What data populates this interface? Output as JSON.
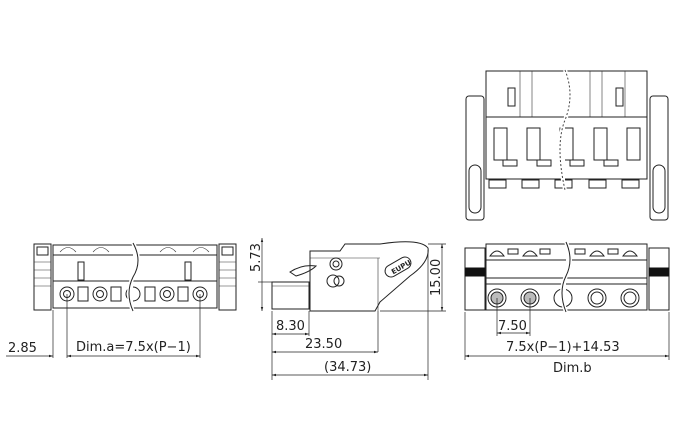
{
  "drawing": {
    "front_view": {
      "dim_left": "2.85",
      "dim_pitch": "Dim.a=7.5x(P−1)"
    },
    "side_view": {
      "dim_height_top": "5.73",
      "dim_height": "15.00",
      "dim_pin": "8.30",
      "dim_body": "23.50",
      "dim_overall": "(34.73)",
      "logo": "EUPU"
    },
    "bottom_view": {
      "dim_pitch": "7.50",
      "dim_total": "7.5x(P−1)+14.53",
      "dim_label": "Dim.b"
    }
  }
}
